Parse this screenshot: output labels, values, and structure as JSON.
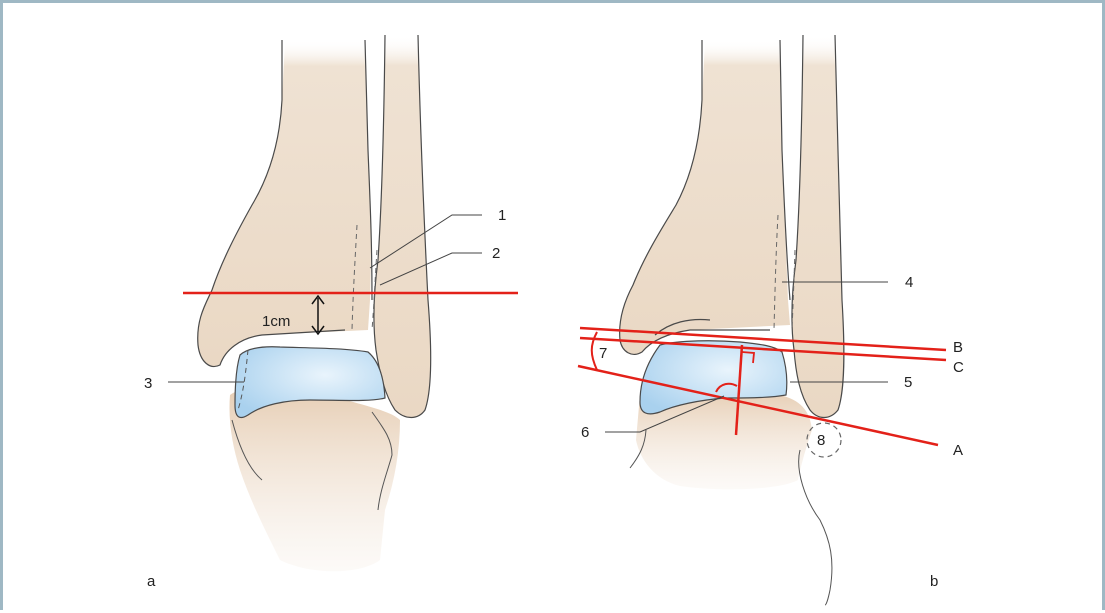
{
  "figure": {
    "panels": {
      "left": "a",
      "right": "b"
    },
    "callouts": {
      "n1": "1",
      "n2": "2",
      "n3": "3",
      "n4": "4",
      "n5": "5",
      "n6": "6",
      "n7": "7",
      "n8": "8"
    },
    "lines": {
      "A": "A",
      "B": "B",
      "C": "C"
    },
    "measure": "1cm",
    "colors": {
      "bone": "#ecdccb",
      "bone_shade": "#dcc3a8",
      "cartilage": "#b9dbf2",
      "reference_line": "#e32119",
      "outline": "#4a4a4a",
      "frame": "#9fb8c4"
    }
  }
}
